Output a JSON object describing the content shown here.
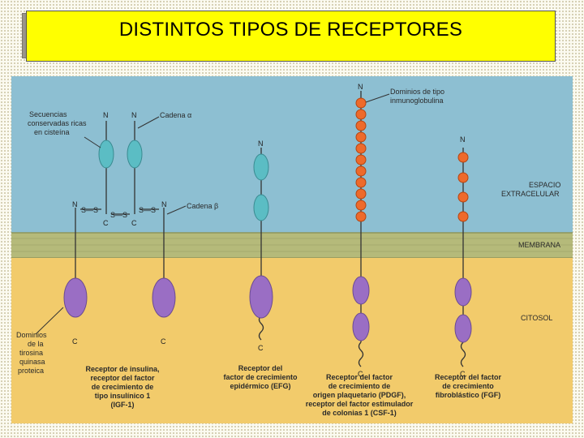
{
  "title": "DISTINTOS TIPOS DE RECEPTORES",
  "figure": {
    "colors": {
      "extracellular": "#8dbfd2",
      "membrane": "#b5ba7a",
      "cytosol": "#f2cb6b",
      "cysteine_domain": "#5bbdc4",
      "immunoglobulin_domain": "#ee6a2b",
      "kinase_domain": "#9a6ec4"
    },
    "labels": {
      "conserved_sequences": [
        "Secuencias",
        "conservadas ricas",
        "en cisteína"
      ],
      "alpha_chain": "Cadena α",
      "beta_chain": "Cadena β",
      "ig_domains": [
        "Dominios de tipo",
        "inmunoglobulina"
      ],
      "extracellular_space": [
        "ESPACIO",
        "EXTRACELULAR"
      ],
      "membrane": "MEMBRANA",
      "cytosol": "CITOSOL",
      "kinase_domains": [
        "Dominios",
        "de la",
        "tirosina",
        "quinasa",
        "proteica"
      ]
    },
    "terminals": {
      "n": "N",
      "c": "C",
      "ss": "S—S"
    },
    "receptors": [
      {
        "lines": [
          "Receptor de insulina,",
          "receptor del factor",
          "de crecimiento de",
          "tipo insulínico 1",
          "(IGF-1)"
        ]
      },
      {
        "lines": [
          "Receptor del",
          "factor de crecimiento",
          "epidérmico (EFG)"
        ]
      },
      {
        "lines": [
          "Receptor del factor",
          "de crecimiento de",
          "origen plaquetario (PDGF),",
          "receptor del factor estimulador",
          "de colonias 1 (CSF-1)"
        ]
      },
      {
        "lines": [
          "Receptor del factor",
          "de crecimiento",
          "fibroblástico (FGF)"
        ]
      }
    ]
  }
}
